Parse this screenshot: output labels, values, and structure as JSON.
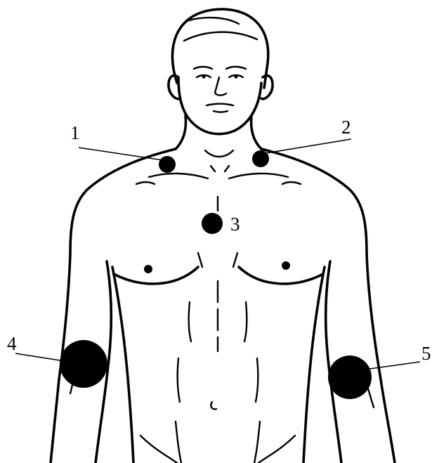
{
  "figure": {
    "ink_color": "#000000",
    "background_color": "#ffffff",
    "markers": [
      {
        "label": "1"
      },
      {
        "label": "2"
      },
      {
        "label": "3"
      },
      {
        "label": "4"
      },
      {
        "label": "5"
      }
    ]
  }
}
